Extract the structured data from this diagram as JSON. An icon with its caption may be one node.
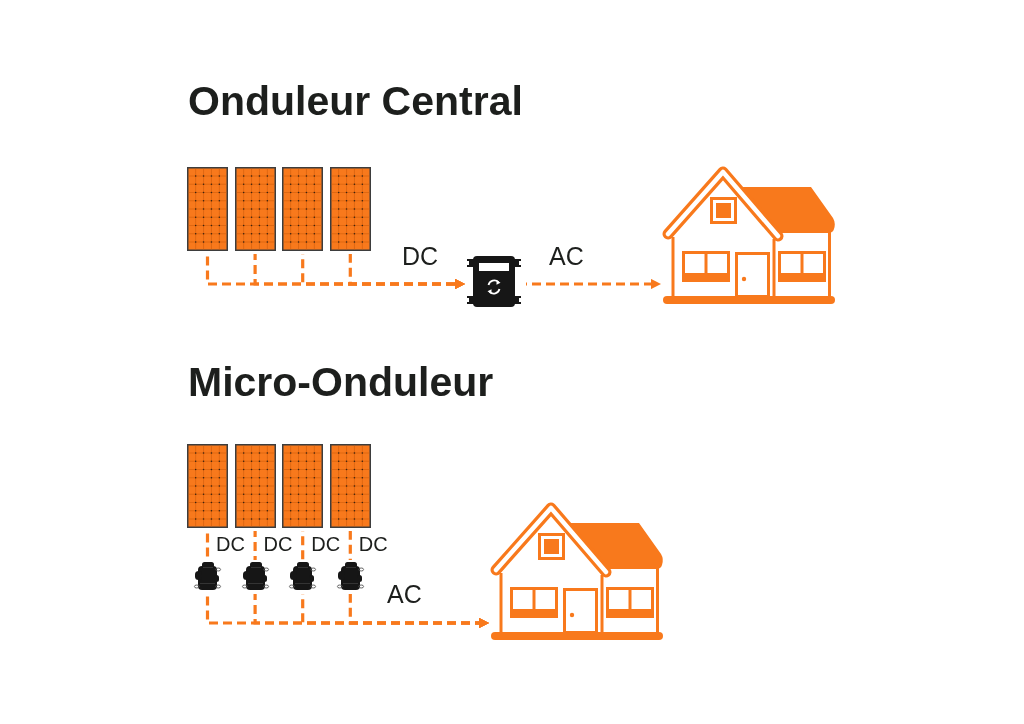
{
  "diagram": {
    "nodes": [
      {
        "text": [],
        "shape": "picture"
      },
      {
        "text": [],
        "shape": "picture"
      },
      {
        "text": [],
        "shape": "picture"
      },
      {
        "text": [],
        "shape": "picture"
      },
      {
        "text": [],
        "shape": "picture"
      },
      {
        "text": [],
        "shape": "picture"
      },
      {
        "text": [],
        "shape": "picture"
      },
      {
        "text": [],
        "shape": "picture"
      },
      {
        "text": [],
        "shape": "picture"
      },
      {
        "text": [],
        "shape": "picture"
      },
      {
        "text": [],
        "shape": "picture"
      },
      {
        "text": [],
        "shape": "picture"
      },
      {
        "text": [],
        "shape": "picture"
      },
      {
        "text": [],
        "shape": "picture"
      },
      {
        "text": [],
        "shape": "picture"
      }
    ],
    "edges": [
      {
        "from": 0,
        "to": 4,
        "arrow": "to",
        "style": "dashed"
      },
      {
        "from": 1,
        "to": 4,
        "arrow": "to",
        "style": "dashed"
      },
      {
        "from": 2,
        "to": 4,
        "arrow": "to",
        "style": "dashed"
      },
      {
        "from": 3,
        "to": 4,
        "arrow": "to",
        "style": "dashed",
        "label": "DC"
      },
      {
        "from": 4,
        "to": 5,
        "arrow": "to",
        "style": "dashed",
        "label": "AC"
      },
      {
        "from": 6,
        "to": 10,
        "arrow": "none",
        "style": "dashed",
        "label": "DC"
      },
      {
        "from": 7,
        "to": 11,
        "arrow": "none",
        "style": "dashed",
        "label": "DC"
      },
      {
        "from": 8,
        "to": 12,
        "arrow": "none",
        "style": "dashed",
        "label": "DC"
      },
      {
        "from": 9,
        "to": 13,
        "arrow": "none",
        "style": "dashed",
        "label": "DC"
      },
      {
        "from": 10,
        "to": 14,
        "arrow": "to",
        "style": "dashed"
      },
      {
        "from": 11,
        "to": 14,
        "arrow": "to",
        "style": "dashed"
      },
      {
        "from": 12,
        "to": 14,
        "arrow": "to",
        "style": "dashed"
      },
      {
        "from": 13,
        "to": 14,
        "arrow": "to",
        "style": "dashed",
        "label": "AC"
      }
    ],
    "labels": [
      "Onduleur Central",
      "Micro-Onduleur"
    ]
  }
}
